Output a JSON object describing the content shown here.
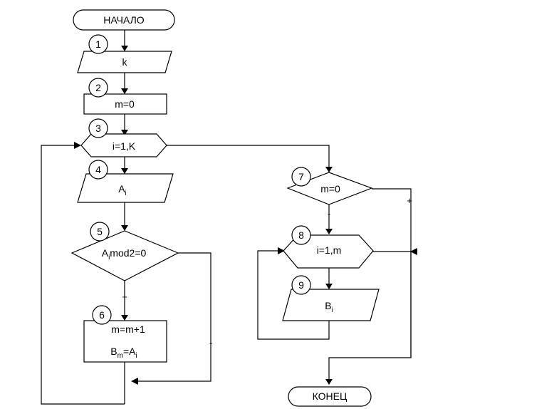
{
  "blocks": {
    "start": {
      "label": "НАЧАЛО"
    },
    "b1": {
      "number": "1",
      "label": "k"
    },
    "b2": {
      "number": "2",
      "label": "m=0"
    },
    "b3": {
      "number": "3",
      "label": "i=1,K"
    },
    "b4": {
      "number": "4",
      "label": "A",
      "sub": "i"
    },
    "b5": {
      "number": "5",
      "label_a": "A",
      "sub": "i",
      "label_b": "mod2=0"
    },
    "b6": {
      "number": "6",
      "line1": "m=m+1",
      "line2_a": "B",
      "line2_sub_a": "m",
      "line2_b": "=A",
      "line2_sub_b": "i"
    },
    "b7": {
      "number": "7",
      "label": "m=0"
    },
    "b8": {
      "number": "8",
      "label": "i=1,m"
    },
    "b9": {
      "number": "9",
      "label": "B",
      "sub": "i"
    },
    "end": {
      "label": "КОНЕЦ"
    }
  },
  "branch_labels": {
    "b5_yes": "+",
    "b5_no": "-",
    "b7_yes": "+",
    "b7_no": "-"
  }
}
